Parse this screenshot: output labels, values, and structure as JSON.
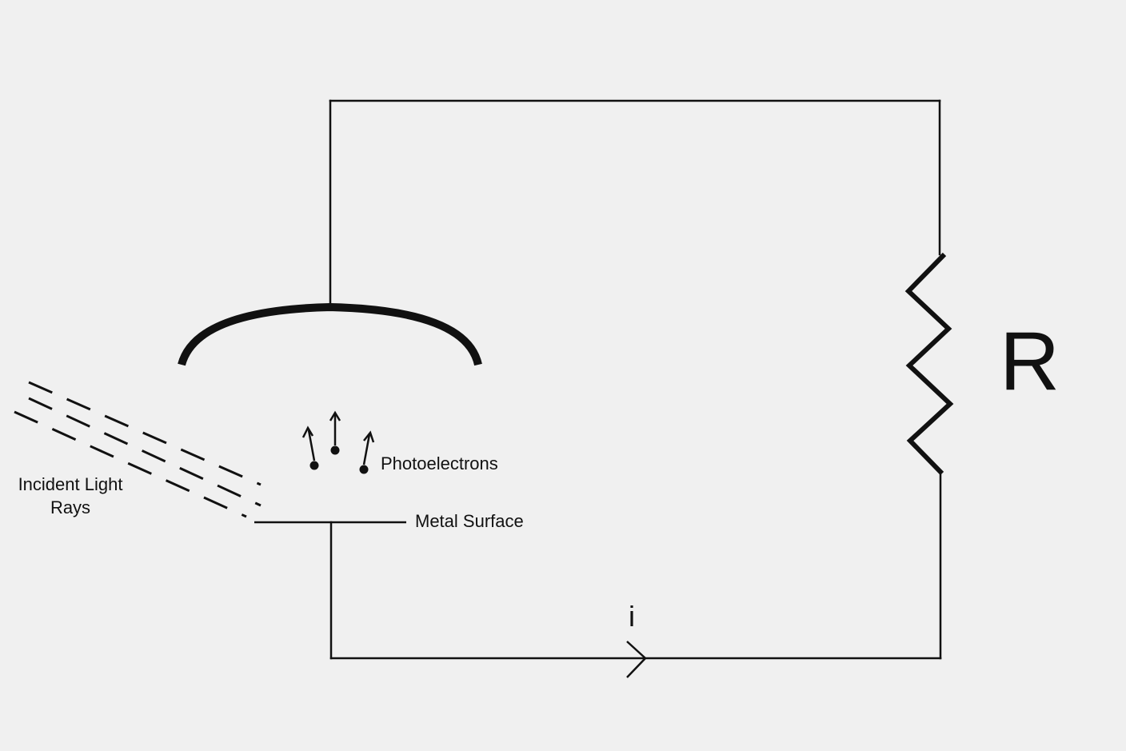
{
  "diagram": {
    "labels": {
      "incident_light_line1": "Incident Light",
      "incident_light_line2": "Rays",
      "photoelectrons": "Photoelectrons",
      "metal_surface": "Metal Surface",
      "resistor": "R",
      "current": "i"
    },
    "colors": {
      "background": "#f0f0f0",
      "ink": "#111111"
    },
    "components": {
      "light_ray_count": 3,
      "photoelectron_count": 3
    }
  }
}
